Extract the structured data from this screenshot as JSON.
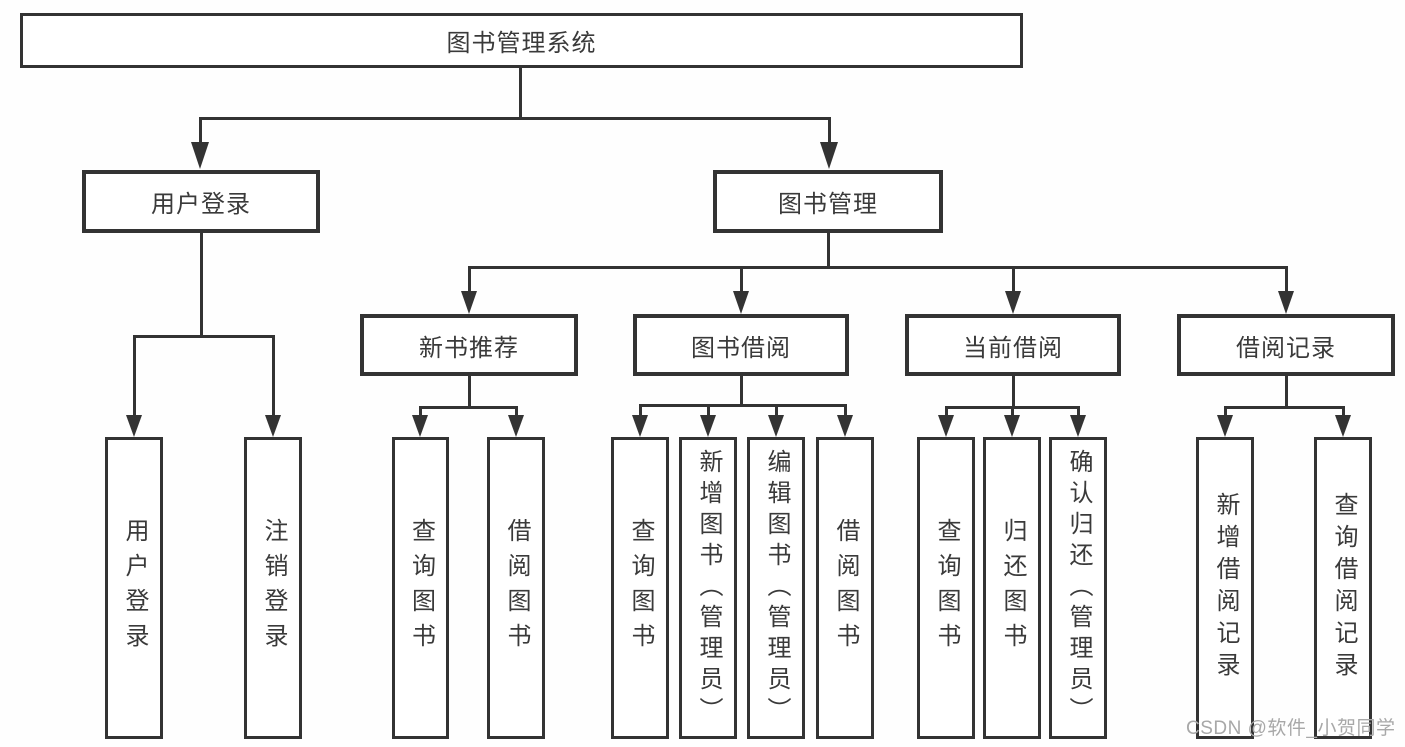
{
  "diagram": {
    "type": "tree",
    "line_color": "#333333",
    "text_color": "#3a3a3a",
    "nodes": {
      "root": "图书管理系统",
      "user_login_group": "用户登录",
      "book_management": "图书管理",
      "new_book_recommend": "新书推荐",
      "book_borrow": "图书借阅",
      "current_borrow": "当前借阅",
      "borrow_records": "借阅记录",
      "user_login": "用户登录",
      "logout": "注销登录",
      "nb_query_book": "查询图书",
      "nb_borrow_book": "借阅图书",
      "bb_query_book": "查询图书",
      "bb_add_book": "新增图书（管理员）",
      "bb_edit_book": "编辑图书（管理员）",
      "bb_borrow_book": "借阅图书",
      "cb_query_book": "查询图书",
      "cb_return_book": "归还图书",
      "cb_confirm_return": "确认归还（管理员）",
      "br_add_record": "新增借阅记录",
      "br_query_record": "查询借阅记录"
    },
    "hierarchy": {
      "图书管理系统": {
        "用户登录": [
          "用户登录",
          "注销登录"
        ],
        "图书管理": {
          "新书推荐": [
            "查询图书",
            "借阅图书"
          ],
          "图书借阅": [
            "查询图书",
            "新增图书（管理员）",
            "编辑图书（管理员）",
            "借阅图书"
          ],
          "当前借阅": [
            "查询图书",
            "归还图书",
            "确认归还（管理员）"
          ],
          "借阅记录": [
            "新增借阅记录",
            "查询借阅记录"
          ]
        }
      }
    }
  },
  "watermark": {
    "text": "CSDN @软件_小贺同学",
    "color": "#a8a8a8"
  }
}
